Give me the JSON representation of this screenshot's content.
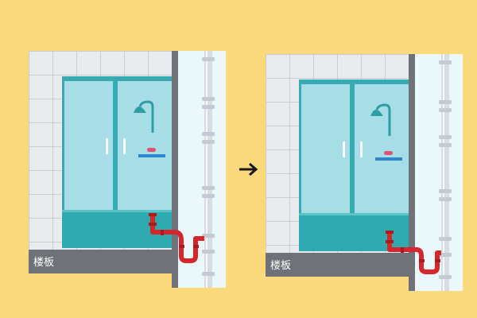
{
  "page": {
    "background": "#fcd97a"
  },
  "panels": [
    {
      "id": "before",
      "floor_label": "楼板"
    },
    {
      "id": "after",
      "floor_label": "楼板"
    }
  ],
  "arrow": {
    "icon": "arrow-right-icon"
  },
  "colors": {
    "tile": "#e9ebee",
    "grout": "#c9ced4",
    "glass": "#a7dde6",
    "frame": "#3aaab2",
    "tray": "#2eaab0",
    "slab": "#6f7278",
    "wall": "#6f7278",
    "shaft": "#eaf7fb",
    "riser": "#d8dde2",
    "pipe": "#d4262b",
    "shelf": "#2e86c9",
    "soap": "#e05070",
    "handle": "#ffffff"
  }
}
